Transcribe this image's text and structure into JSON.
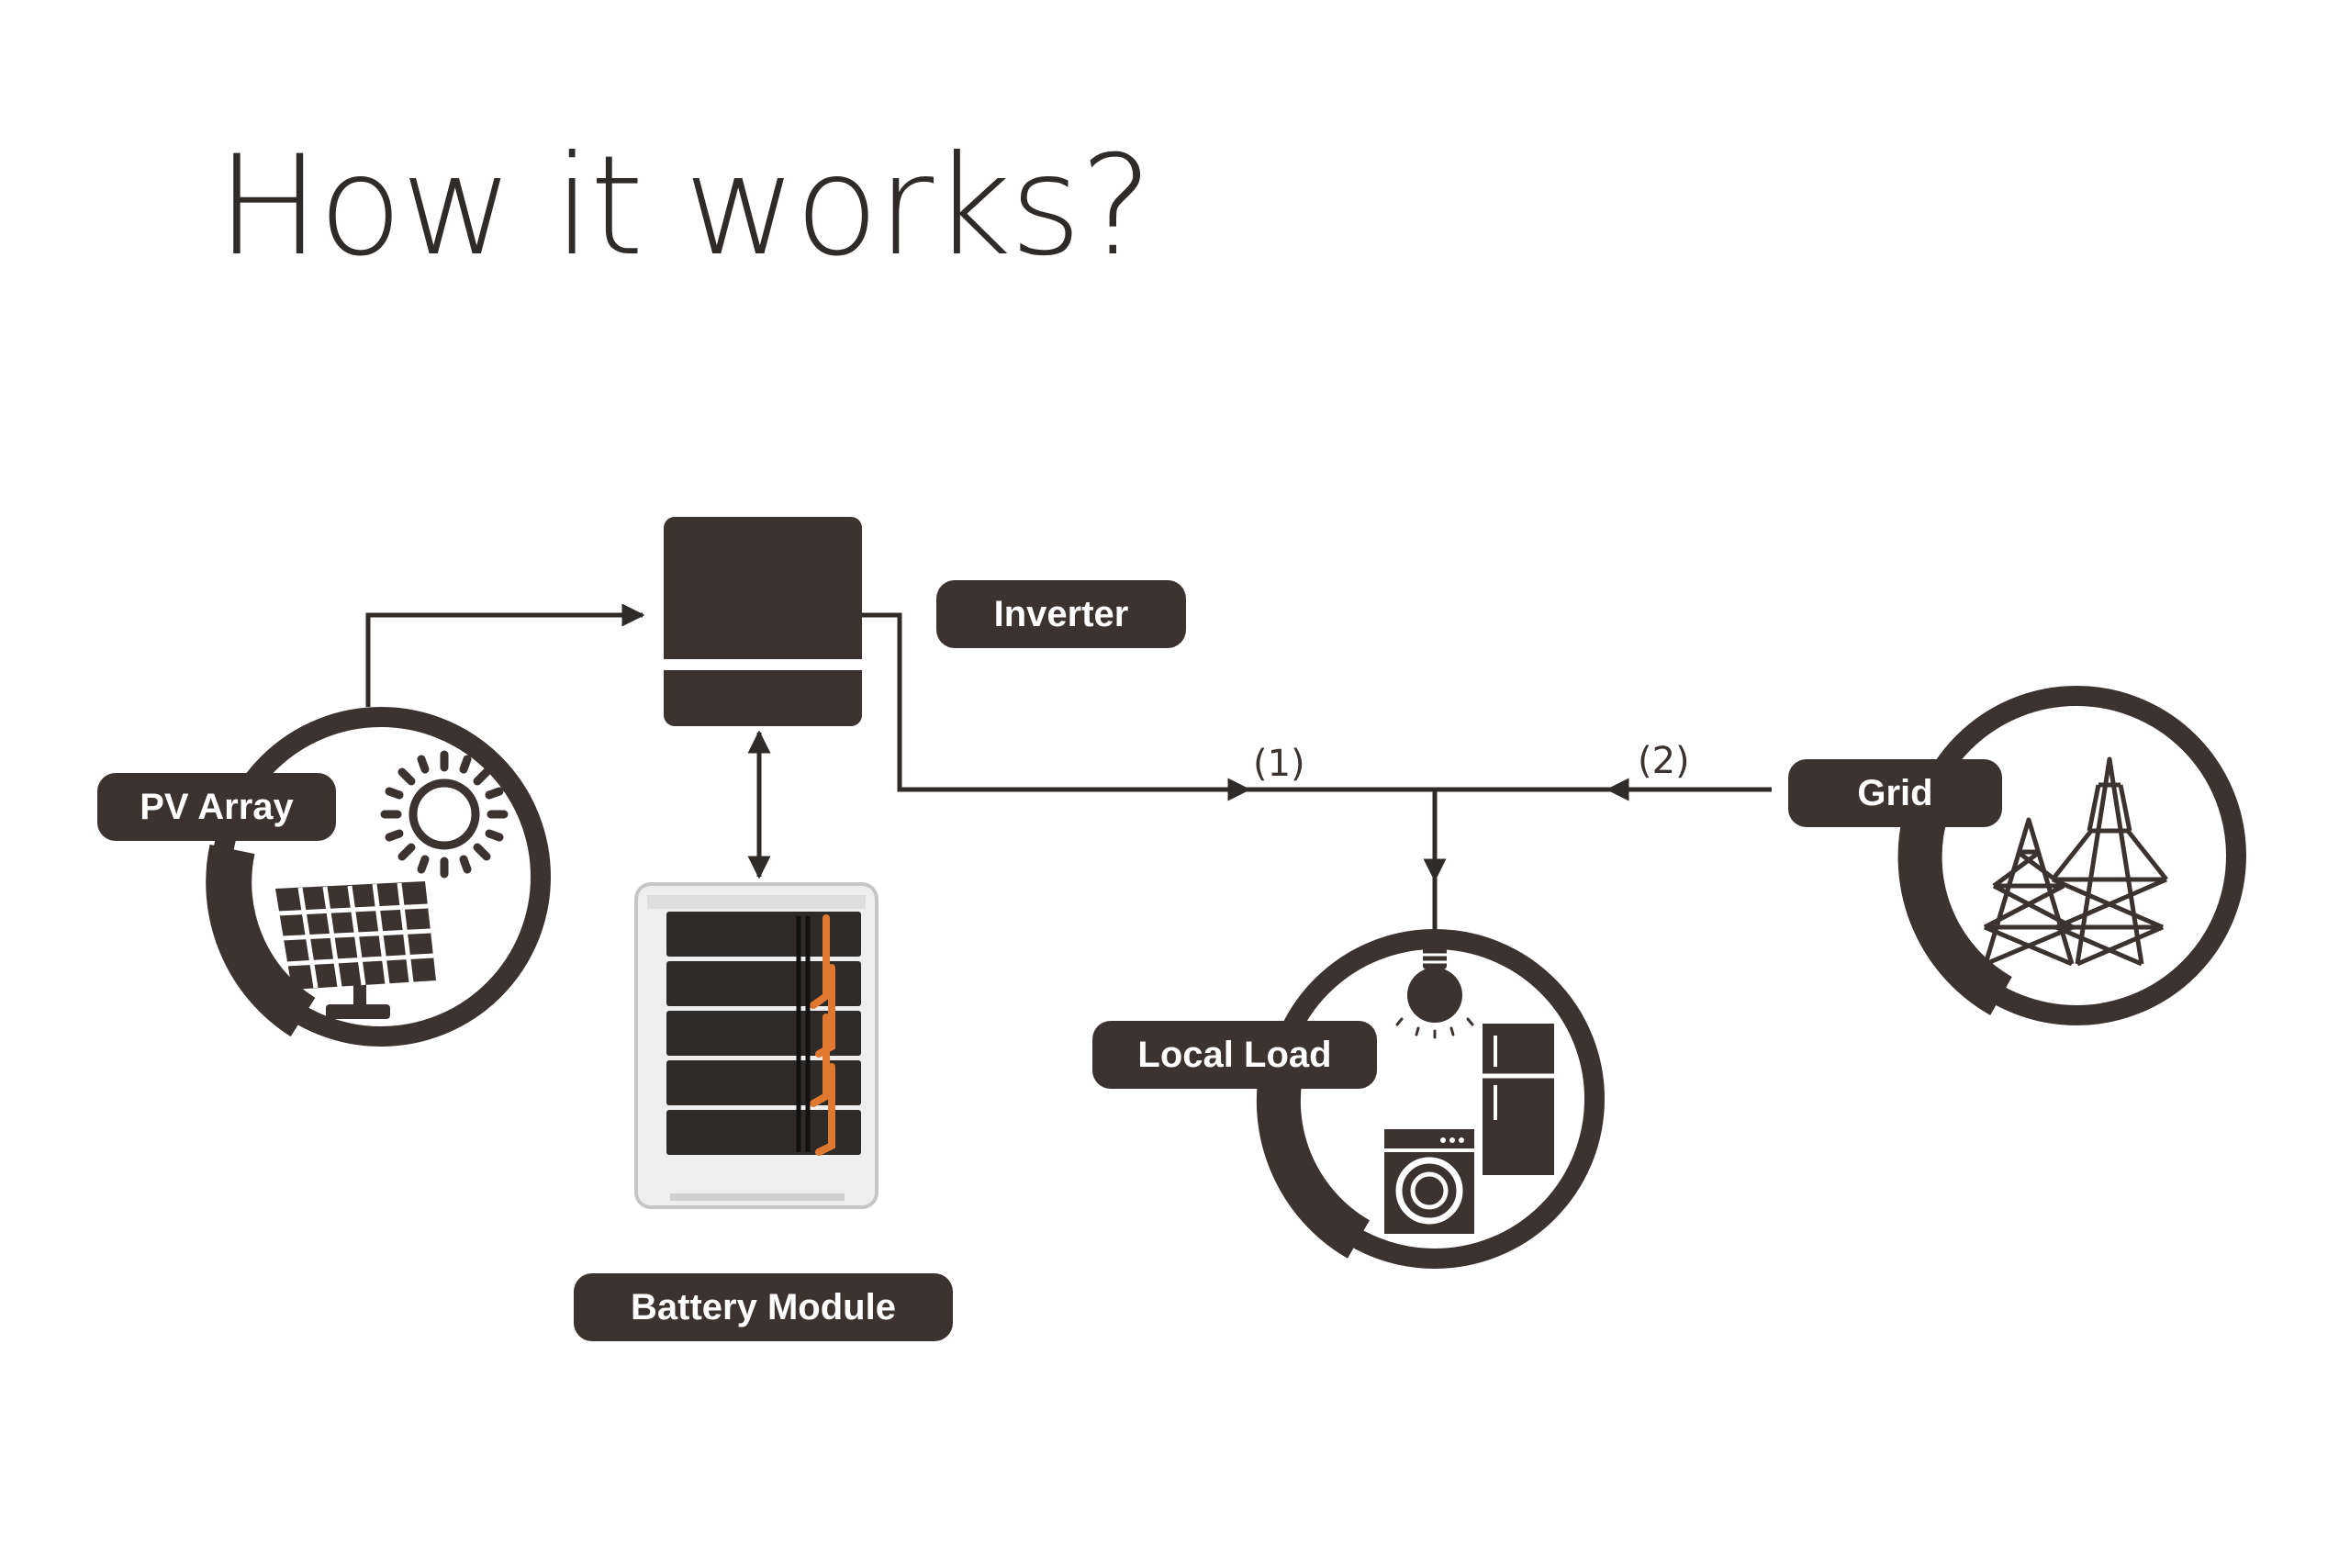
{
  "title": "How it works?",
  "labels": {
    "inverter": "Inverter",
    "pv_array": "PV Array",
    "battery": "Battery Module",
    "local_load": "Local Load",
    "grid": "Grid"
  },
  "flows": {
    "flow1": "(1)",
    "flow2": "(2)"
  },
  "colors": {
    "dark": "#3a3330",
    "line": "#2f2b29"
  }
}
